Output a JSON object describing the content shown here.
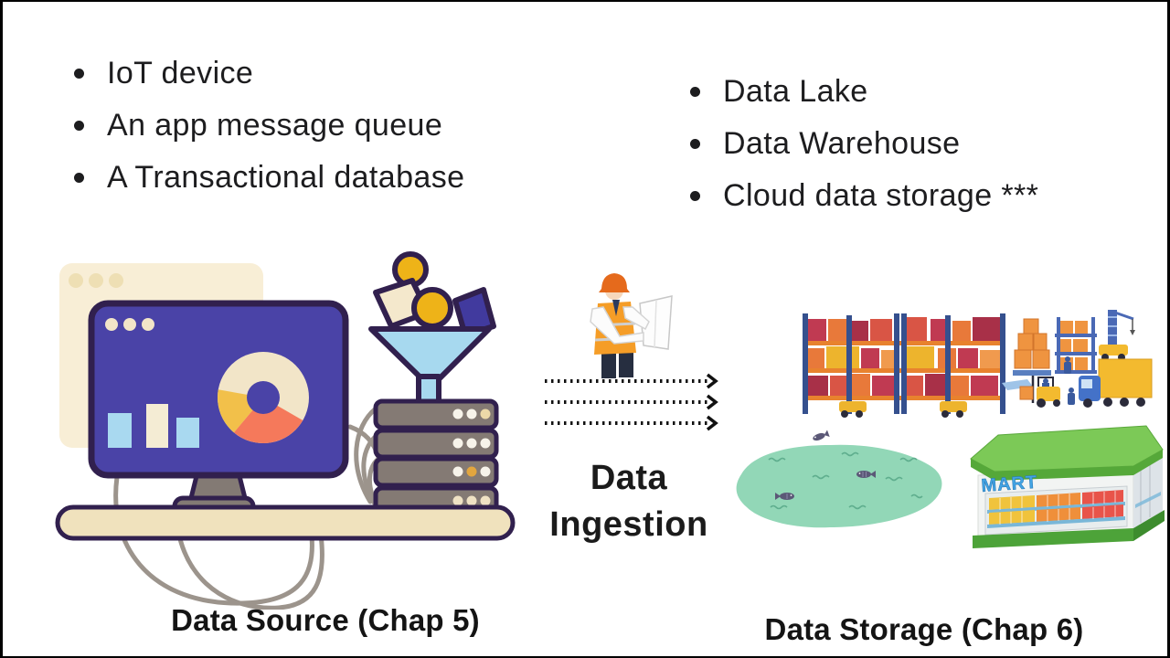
{
  "slide": {
    "source_list": {
      "items": [
        "IoT device",
        "An app message queue",
        "A Transactional database"
      ]
    },
    "storage_list": {
      "items": [
        "Data Lake",
        "Data Warehouse",
        "Cloud data storage ***"
      ]
    },
    "ingestion": {
      "line1": "Data",
      "line2": "Ingestion"
    },
    "captions": {
      "source": "Data Source (Chap 5)",
      "storage": "Data Storage (Chap 6)"
    },
    "mart_sign": "MART",
    "colors": {
      "monitor_indigo": "#4a43a7",
      "outline_purple": "#31204e",
      "funnel_blue": "#a7d9ef",
      "accent_yellow": "#eeb318",
      "donut_coral": "#f5795b",
      "cream": "#f2e5c8",
      "server_taupe": "#847a74",
      "desk_cream": "#f0e2bd",
      "lake_teal": "#92d7b7",
      "mart_green": "#55a839",
      "vest_orange": "#f59d27",
      "rack_navy": "#35508e",
      "box_orange": "#e8793a",
      "text_dark": "#1c1c1c"
    }
  }
}
